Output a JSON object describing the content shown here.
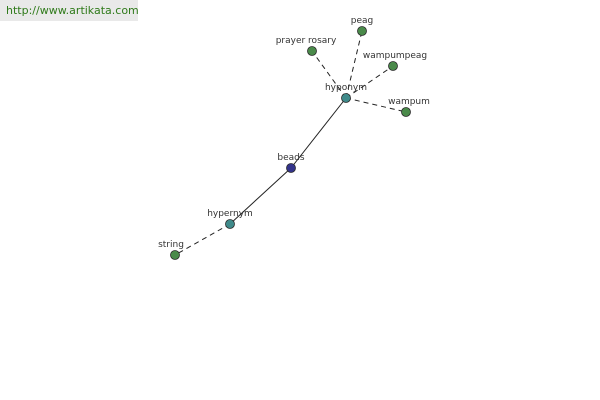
{
  "watermark": {
    "url": "http://www.artikata.com"
  },
  "graph": {
    "colors": {
      "center": "#33338a",
      "relation": "#3f8a8a",
      "leaf": "#4a8a4a",
      "node_stroke": "#2a2a2a",
      "edge": "#222222"
    },
    "nodes": [
      {
        "id": "beads",
        "label": "beads",
        "kind": "center"
      },
      {
        "id": "hyponym",
        "label": "hyponym",
        "kind": "relation"
      },
      {
        "id": "hypernym",
        "label": "hypernym",
        "kind": "relation"
      },
      {
        "id": "prayer-rosary",
        "label": "prayer rosary",
        "kind": "leaf"
      },
      {
        "id": "peag",
        "label": "peag",
        "kind": "leaf"
      },
      {
        "id": "wampumpeag",
        "label": "wampumpeag",
        "kind": "leaf"
      },
      {
        "id": "wampum",
        "label": "wampum",
        "kind": "leaf"
      },
      {
        "id": "string",
        "label": "string",
        "kind": "leaf"
      }
    ],
    "edges": [
      {
        "from": "beads",
        "to": "hyponym",
        "style": "solid"
      },
      {
        "from": "beads",
        "to": "hypernym",
        "style": "solid"
      },
      {
        "from": "hyponym",
        "to": "prayer-rosary",
        "style": "dashed"
      },
      {
        "from": "hyponym",
        "to": "peag",
        "style": "dashed"
      },
      {
        "from": "hyponym",
        "to": "wampumpeag",
        "style": "dashed"
      },
      {
        "from": "hyponym",
        "to": "wampum",
        "style": "dashed"
      },
      {
        "from": "hypernym",
        "to": "string",
        "style": "dashed"
      }
    ]
  }
}
